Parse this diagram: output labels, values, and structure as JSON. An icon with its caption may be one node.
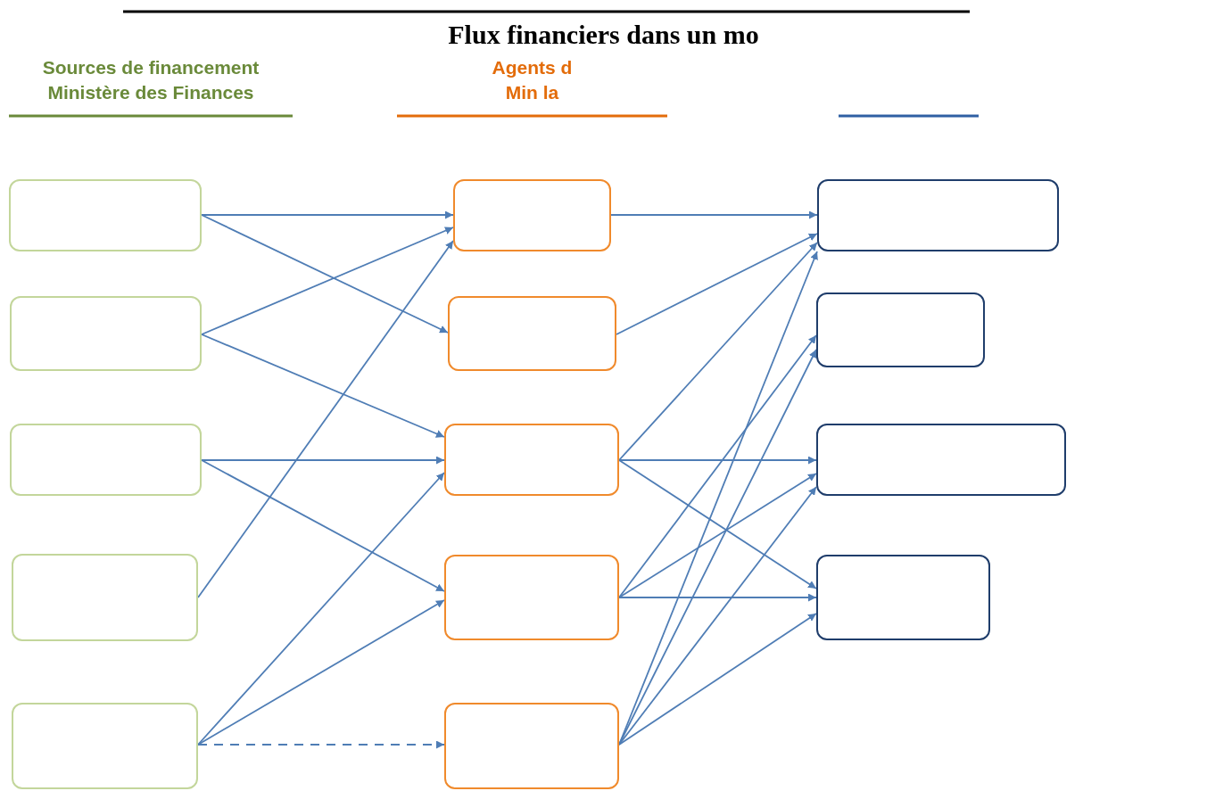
{
  "diagram": {
    "title": "Flux financiers dans un mo",
    "nodes": [
      {
        "text": [],
        "shape": "box"
      },
      {
        "text": [],
        "shape": "box"
      },
      {
        "text": [],
        "shape": "box"
      },
      {
        "text": [],
        "shape": "box"
      },
      {
        "text": [],
        "shape": "box"
      },
      {
        "text": [],
        "shape": "box"
      },
      {
        "text": [],
        "shape": "box"
      },
      {
        "text": [],
        "shape": "box"
      },
      {
        "text": [],
        "shape": "box"
      },
      {
        "text": [],
        "shape": "box"
      },
      {
        "text": [],
        "shape": "box"
      },
      {
        "text": [],
        "shape": "box"
      },
      {
        "text": [],
        "shape": "box"
      },
      {
        "text": [],
        "shape": "box"
      }
    ],
    "edges": [
      {
        "from": 0,
        "to": 5,
        "arrow": "to"
      },
      {
        "from": 0,
        "to": 6,
        "arrow": "to"
      },
      {
        "from": 1,
        "to": 5,
        "arrow": "to"
      },
      {
        "from": 1,
        "to": 7,
        "arrow": "to"
      },
      {
        "from": 2,
        "to": 7,
        "arrow": "to"
      },
      {
        "from": 2,
        "to": 8,
        "arrow": "to"
      },
      {
        "from": 3,
        "to": 5,
        "arrow": "to"
      },
      {
        "from": 4,
        "to": 7,
        "arrow": "to"
      },
      {
        "from": 4,
        "to": 8,
        "arrow": "to"
      },
      {
        "from": 4,
        "to": 9,
        "arrow": "to",
        "style": "dashed"
      },
      {
        "from": 5,
        "to": 10,
        "arrow": "to"
      },
      {
        "from": 6,
        "to": 10,
        "arrow": "to"
      },
      {
        "from": 7,
        "to": 10,
        "arrow": "to"
      },
      {
        "from": 9,
        "to": 10,
        "arrow": "to"
      },
      {
        "from": 8,
        "to": 11,
        "arrow": "to"
      },
      {
        "from": 9,
        "to": 11,
        "arrow": "to"
      },
      {
        "from": 7,
        "to": 12,
        "arrow": "to"
      },
      {
        "from": 8,
        "to": 12,
        "arrow": "to"
      },
      {
        "from": 9,
        "to": 12,
        "arrow": "to"
      },
      {
        "from": 7,
        "to": 13,
        "arrow": "to"
      },
      {
        "from": 8,
        "to": 13,
        "arrow": "to"
      },
      {
        "from": 9,
        "to": 13,
        "arrow": "to"
      }
    ],
    "labels": [
      "Sources de financement",
      "Ministère des Finances",
      "Agents d",
      "Min la"
    ]
  }
}
